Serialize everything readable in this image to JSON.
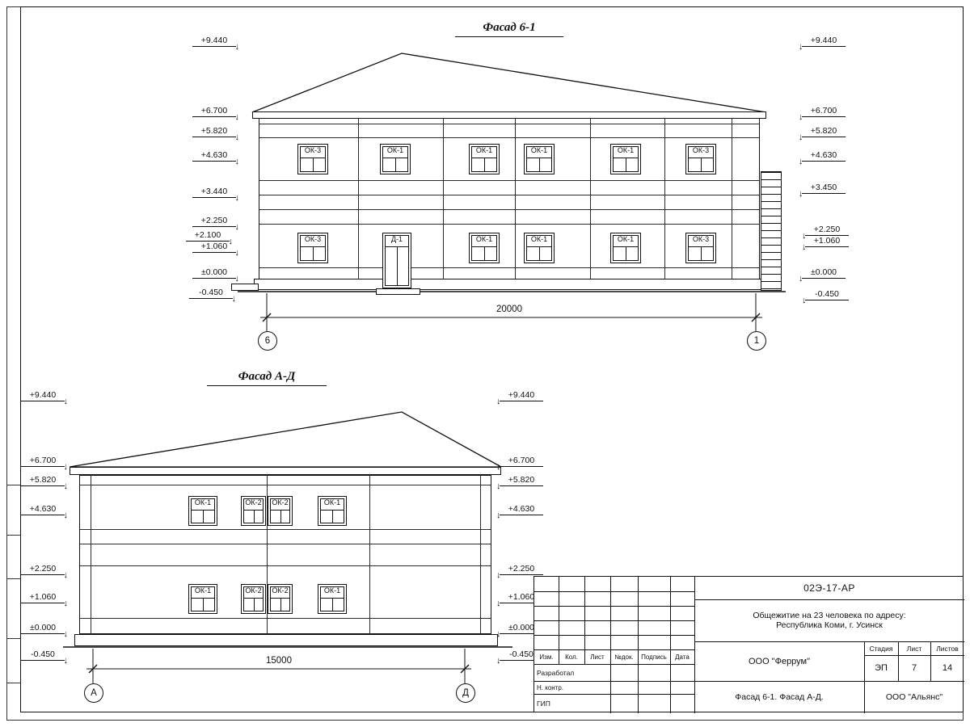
{
  "facade1": {
    "title": "Фасад 6-1",
    "marks_left": [
      "+9.440",
      "+6.700",
      "+5.820",
      "+4.630",
      "+3.440",
      "+2.250",
      "+2.100",
      "+1.060",
      "±0.000",
      "-0.450"
    ],
    "marks_right": [
      "+9.440",
      "+6.700",
      "+5.820",
      "+4.630",
      "+3.450",
      "+2.250",
      "+1.060",
      "±0.000",
      "-0.450"
    ],
    "windows_top": [
      "ОК-3",
      "ОК-1",
      "ОК-1",
      "ОК-1",
      "ОК-1",
      "ОК-3"
    ],
    "windows_bottom": [
      "ОК-3",
      "Д-1",
      "ОК-1",
      "ОК-1",
      "ОК-1",
      "ОК-3"
    ],
    "dimension": "20000",
    "axis_left": "6",
    "axis_right": "1"
  },
  "facade2": {
    "title": "Фасад А-Д",
    "marks_left": [
      "+9.440",
      "+6.700",
      "+5.820",
      "+4.630",
      "+2.250",
      "+1.060",
      "±0.000",
      "-0.450"
    ],
    "marks_right": [
      "+9.440",
      "+6.700",
      "+5.820",
      "+4.630",
      "+2.250",
      "+1.060",
      "±0.000",
      "-0.450"
    ],
    "windows_top": [
      "ОК-1",
      "ОК-2",
      "ОК-2",
      "ОК-1"
    ],
    "windows_bottom": [
      "ОК-1",
      "ОК-2",
      "ОК-2",
      "ОК-1"
    ],
    "dimension": "15000",
    "axis_left": "А",
    "axis_right": "Д"
  },
  "titleblock": {
    "doc_number": "02Э-17-АР",
    "project_line1": "Общежитие на 23 человека по адресу:",
    "project_line2": "Республика Коми, г. Усинск",
    "columns": [
      "Изм.",
      "Кол.",
      "Лист",
      "№док.",
      "Подпись",
      "Дата"
    ],
    "developer_label": "Разработал",
    "ncontrol_label": "Н. контр.",
    "gip_label": "ГИП",
    "company": "ООО \"Феррум\"",
    "stage_label": "Стадия",
    "sheet_label": "Лист",
    "sheets_label": "Листов",
    "stage": "ЭП",
    "sheet_num": "7",
    "sheets_total": "14",
    "drawing_title": "Фасад 6-1. Фасад  А-Д.",
    "company2": "ООО \"Альянс\""
  }
}
